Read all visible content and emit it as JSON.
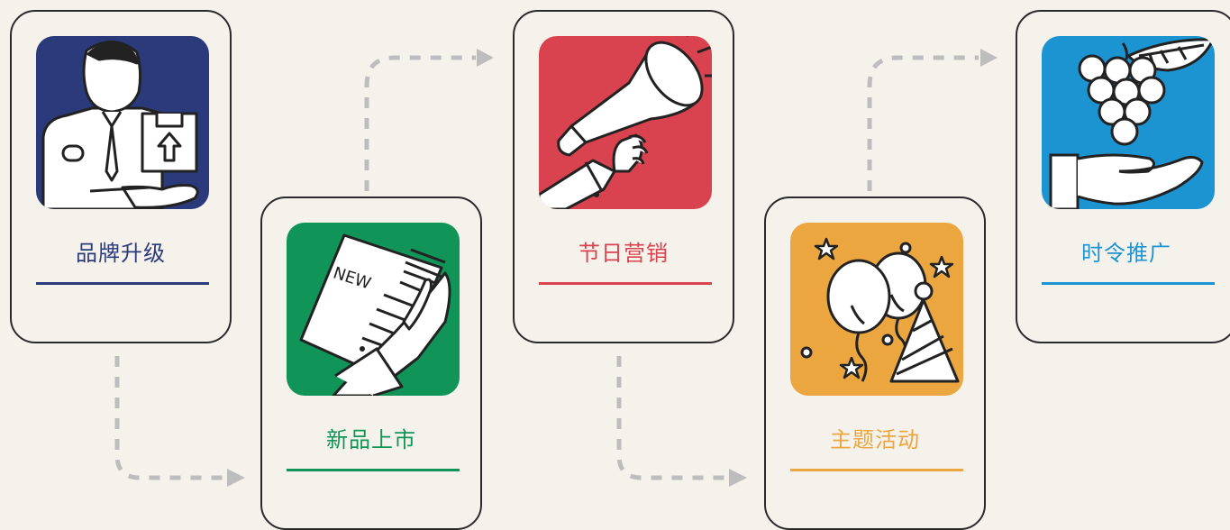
{
  "steps": [
    {
      "label": "品牌升级",
      "color": "#2b3a7a",
      "icon": "presenter-box-icon"
    },
    {
      "label": "新品上市",
      "color": "#119457",
      "icon": "new-document-icon"
    },
    {
      "label": "节日营销",
      "color": "#d9434f",
      "icon": "megaphone-icon"
    },
    {
      "label": "主题活动",
      "color": "#eba63f",
      "icon": "party-balloons-icon"
    },
    {
      "label": "时令推广",
      "color": "#1d94d2",
      "icon": "grapes-hand-icon"
    }
  ],
  "new_tag": "NEW"
}
